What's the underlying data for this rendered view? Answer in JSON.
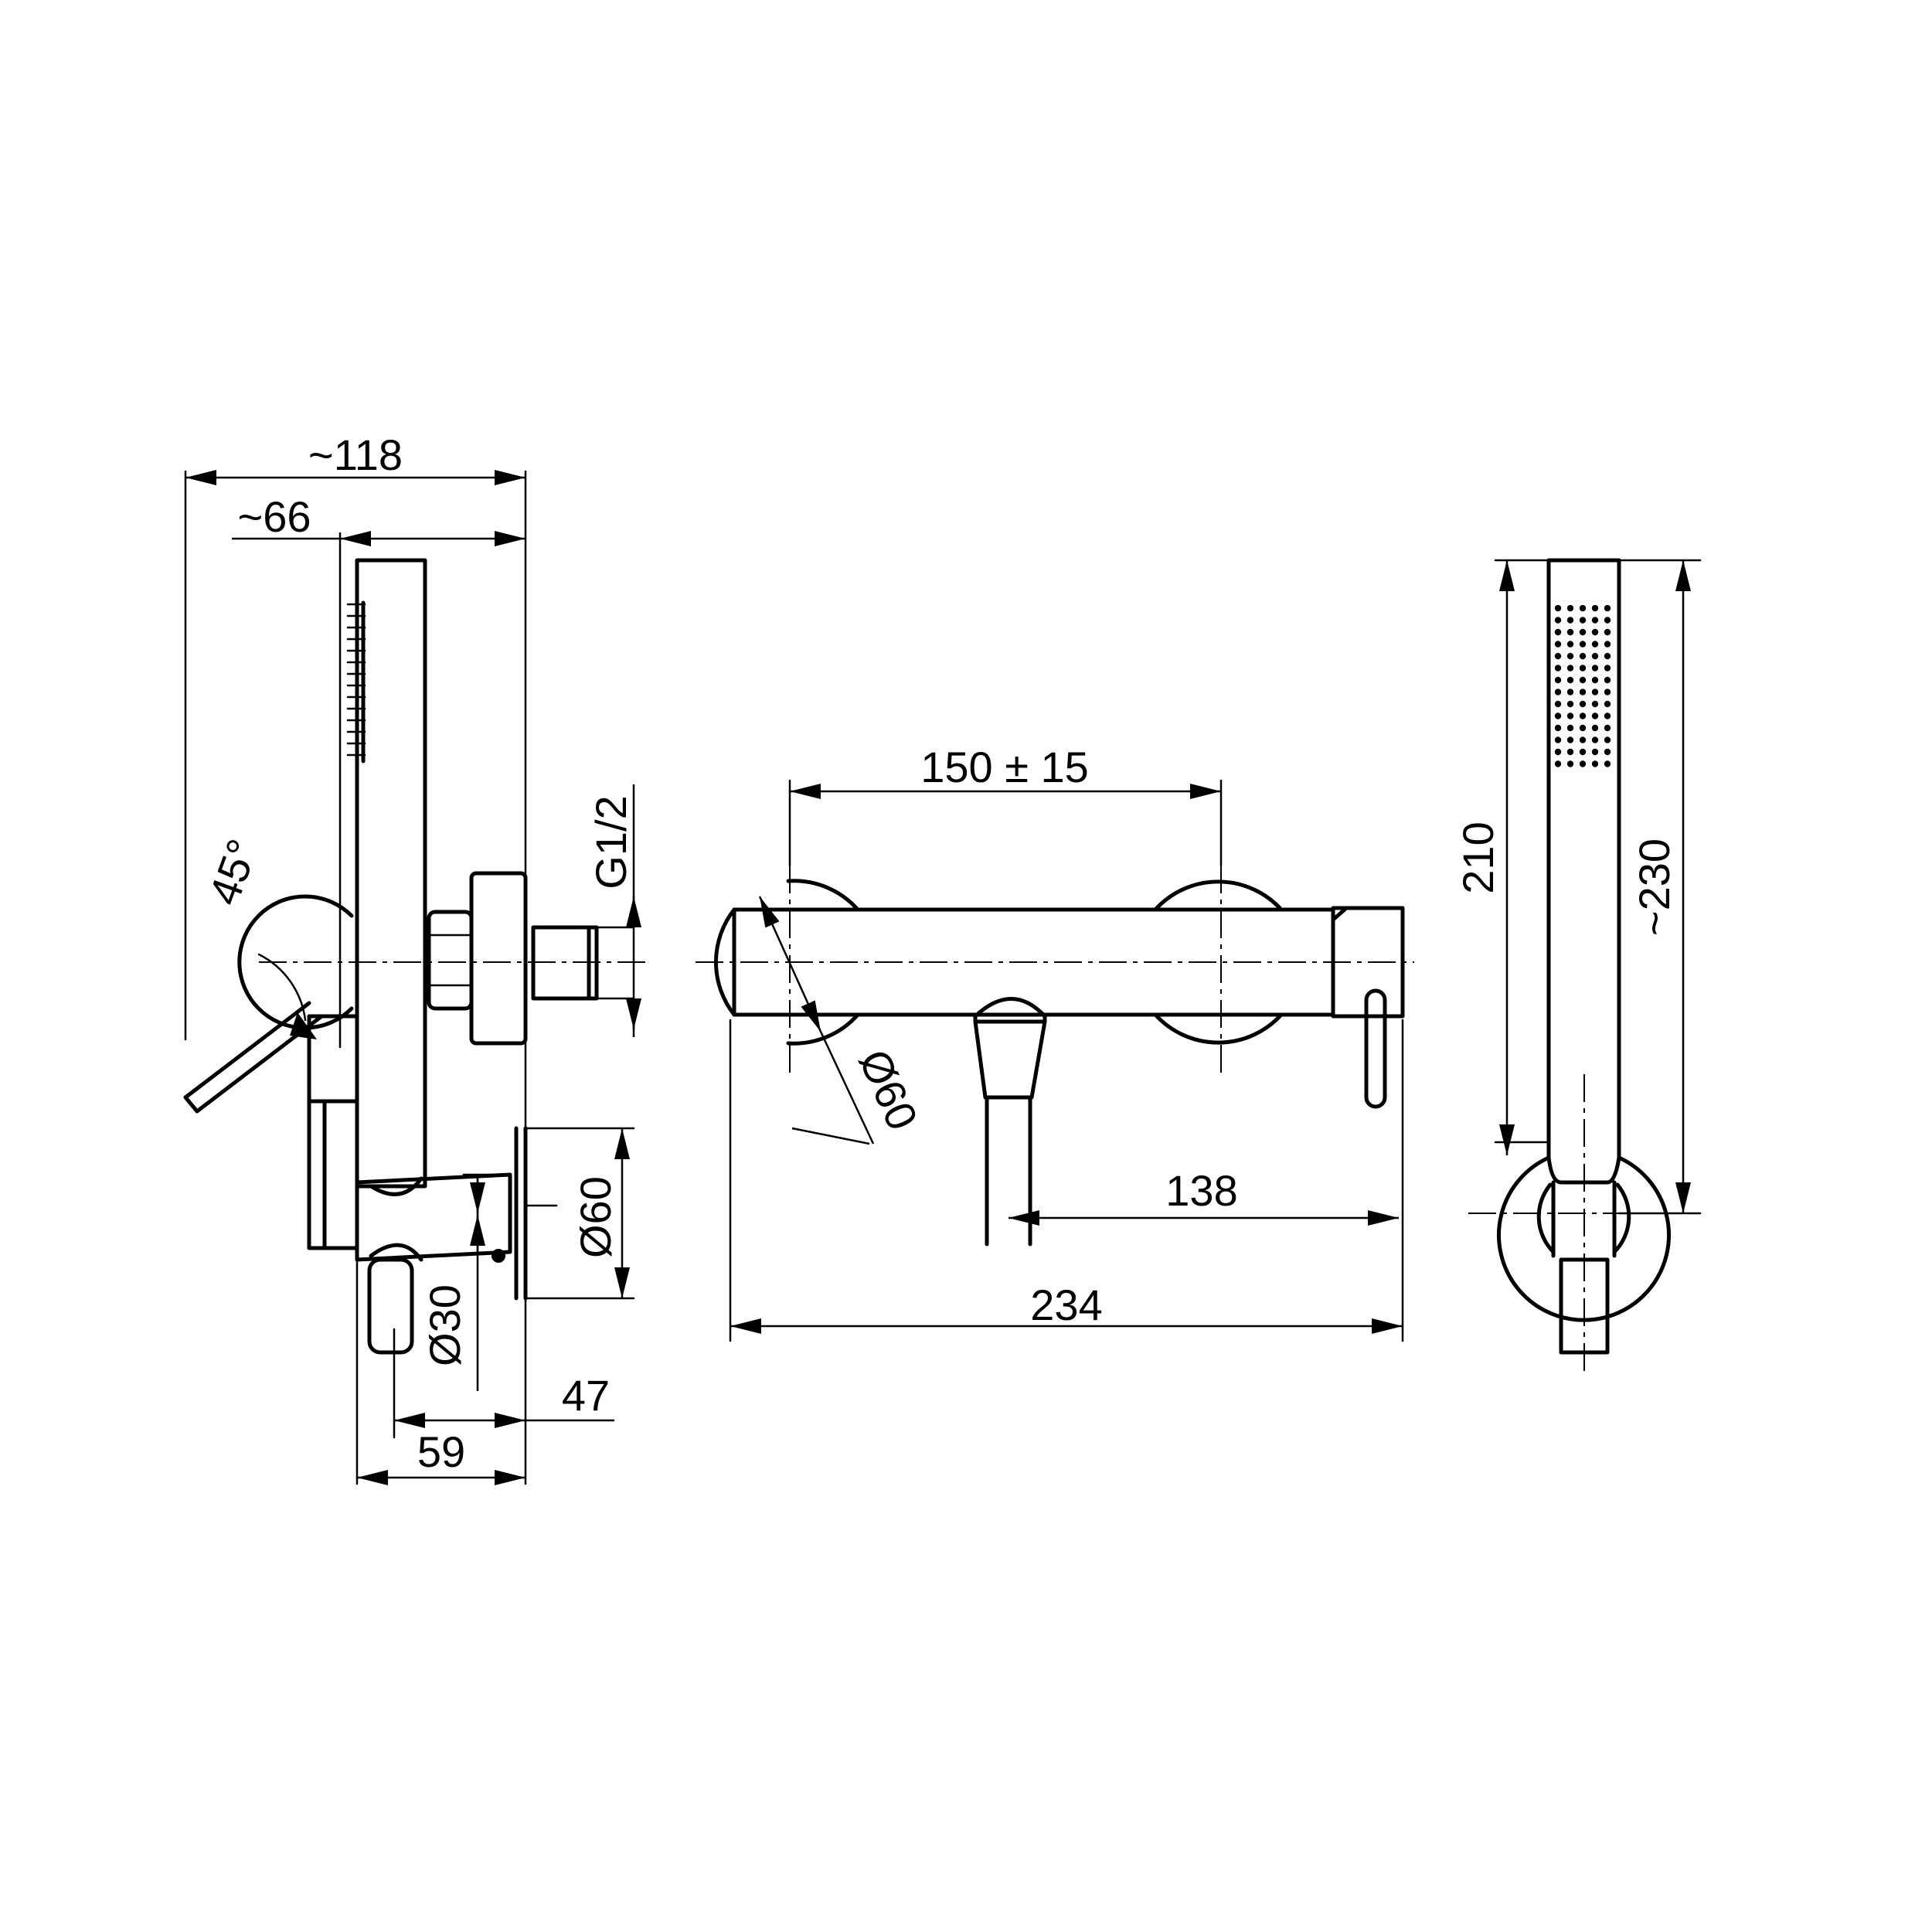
{
  "side_view": {
    "overall_depth": "~118",
    "hand_shower_depth": "~66",
    "lever_angle": "45°",
    "thread": "G1/2",
    "plate_diameter": "Ø60",
    "outlet_diameter": "Ø30",
    "outlet_offset": "47",
    "wall_offset": "59"
  },
  "front_view": {
    "center_distance": "150 ± 15",
    "flange_diameter": "Ø60",
    "outlet_to_end": "138",
    "overall_width": "234"
  },
  "hand_shower_view": {
    "head_length": "210",
    "overall_length": "~230"
  }
}
